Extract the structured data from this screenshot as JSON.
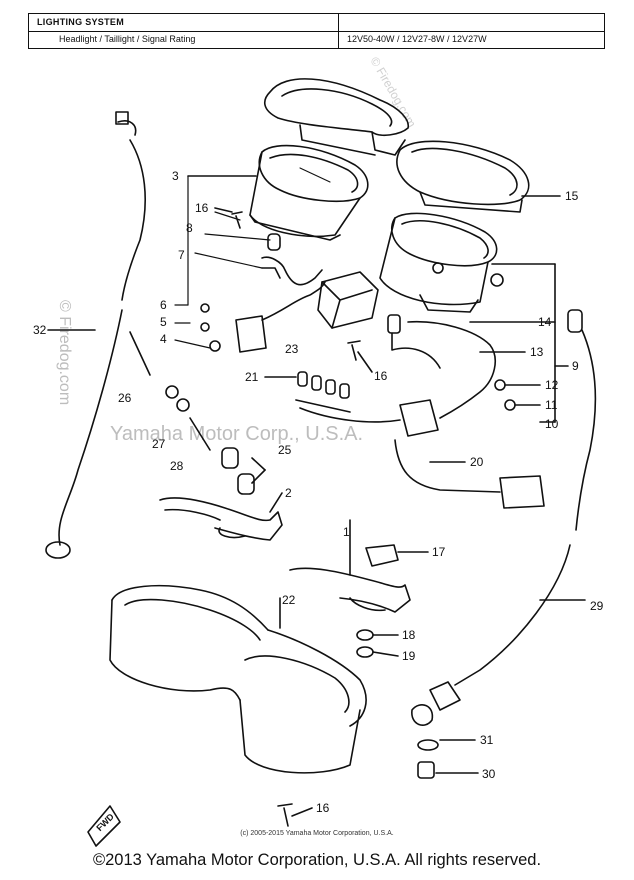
{
  "spec_table": {
    "header": "LIGHTING SYSTEM",
    "row_label": "Headlight / Taillight / Signal Rating",
    "row_value": "12V50-40W / 12V27-8W / 12V27W"
  },
  "callouts": {
    "c1": "1",
    "c2": "2",
    "c3": "3",
    "c4": "4",
    "c5": "5",
    "c6": "6",
    "c7": "7",
    "c8": "8",
    "c9": "9",
    "c10": "10",
    "c11": "11",
    "c12": "12",
    "c13": "13",
    "c14": "14",
    "c15": "15",
    "c16a": "16",
    "c16b": "16",
    "c16c": "16",
    "c17": "17",
    "c18": "18",
    "c19": "19",
    "c20": "20",
    "c21": "21",
    "c22": "22",
    "c23": "23",
    "c25": "25",
    "c26": "26",
    "c27": "27",
    "c28": "28",
    "c29": "29",
    "c30": "30",
    "c31": "31",
    "c32": "32"
  },
  "fwd_label": "FWD",
  "watermarks": {
    "main": "Yamaha Motor Corp., U.S.A.",
    "side": "© Firedog.com",
    "tile": "© Firedog.com"
  },
  "small_copyright": "(c) 2005-2015 Yamaha Motor Corporation, U.S.A.",
  "footer": "©2013 Yamaha Motor Corporation, U.S.A. All rights reserved."
}
